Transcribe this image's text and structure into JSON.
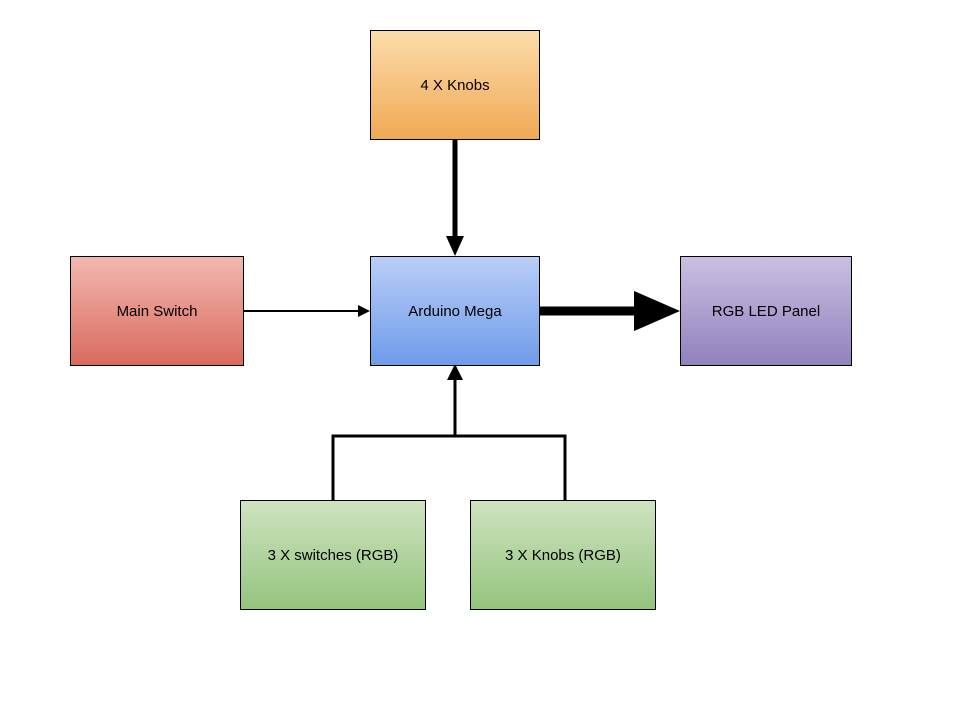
{
  "diagram": {
    "type": "block-diagram",
    "background": "#ffffff",
    "nodes": {
      "knobs4": {
        "label": "4 X Knobs",
        "fill_top": "#fcdcab",
        "fill_bottom": "#f0a955",
        "border": "#000000"
      },
      "main_switch": {
        "label": "Main Switch",
        "fill_top": "#f2b8b0",
        "fill_bottom": "#da6a5e",
        "border": "#000000"
      },
      "arduino": {
        "label": "Arduino Mega",
        "fill_top": "#b9cef5",
        "fill_bottom": "#6f9bea",
        "border": "#000000"
      },
      "rgb_panel": {
        "label": "RGB LED Panel",
        "fill_top": "#c9c0e2",
        "fill_bottom": "#9181bd",
        "border": "#000000"
      },
      "switches_rgb": {
        "label": "3 X switches (RGB)",
        "fill_top": "#cfe3c0",
        "fill_bottom": "#94c47e",
        "border": "#000000"
      },
      "knobs_rgb": {
        "label": "3 X Knobs (RGB)",
        "fill_top": "#cfe3c0",
        "fill_bottom": "#94c47e",
        "border": "#000000"
      }
    },
    "edges": [
      {
        "from": "knobs4",
        "to": "arduino",
        "direction": "down",
        "weight": "medium-thick",
        "color": "#000000"
      },
      {
        "from": "main_switch",
        "to": "arduino",
        "direction": "right",
        "weight": "thin",
        "color": "#000000"
      },
      {
        "from": "arduino",
        "to": "rgb_panel",
        "direction": "right",
        "weight": "very-thick",
        "color": "#000000"
      },
      {
        "from": "switches_rgb",
        "to": "arduino",
        "direction": "up",
        "weight": "medium",
        "color": "#000000",
        "note": "merges with knobs_rgb branch"
      },
      {
        "from": "knobs_rgb",
        "to": "arduino",
        "direction": "up",
        "weight": "medium",
        "color": "#000000",
        "note": "merges with switches_rgb branch"
      }
    ]
  }
}
